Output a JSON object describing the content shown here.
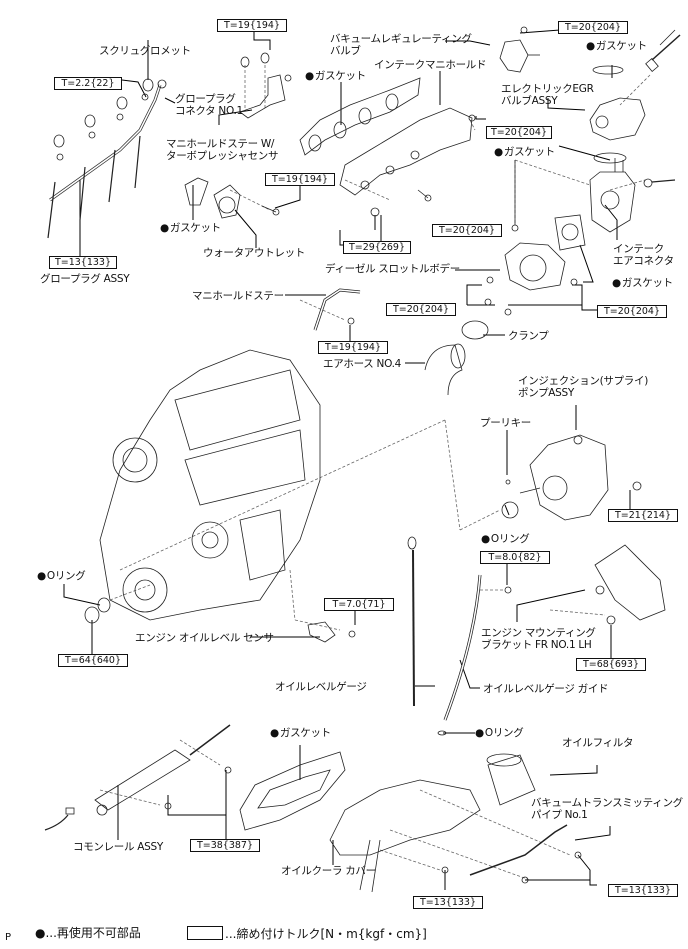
{
  "diagram": {
    "page_marker": "P",
    "parts": {
      "screw_grommet": "スクリュグロメット",
      "glow_plug_connector": "グロープラグ\nコネクタ NO.1",
      "manifold_stay_w_sensor": "マニホールドステー W/\nターボプレッシャセンサ",
      "gasket_manifold": "ガスケット",
      "vacuum_regulating_valve": "バキュームレギュレーティング\nバルブ",
      "intake_manifold": "インテークマニホールド",
      "gasket_egr": "ガスケット",
      "electric_egr_valve": "エレクトリックEGR\nバルブASSY",
      "gasket_connector": "ガスケット",
      "gasket_water_outlet": "ガスケット",
      "water_outlet": "ウォータアウトレット",
      "glow_plug_assy": "グロープラグ ASSY",
      "intake_air_connector": "インテーク\nエアコネクタ",
      "diesel_throttle_body": "ディーゼル スロットルボデー",
      "gasket_throttle": "ガスケット",
      "manifold_stay": "マニホールドステー",
      "clamp": "クランプ",
      "air_hose_no4": "エアホース NO.4",
      "injection_pump_assy": "インジェクション(サプライ)\nポンプASSY",
      "pulley_key": "プーリキー",
      "o_ring_pump": "Oリング",
      "o_ring_left": "Oリング",
      "engine_oil_level_sensor": "エンジン オイルレベル センサ",
      "oil_level_gauge": "オイルレベルゲージ",
      "engine_mounting_bracket": "エンジン マウンティング\nブラケット FR NO.1 LH",
      "oil_level_gauge_guide": "オイルレベルゲージ ガイド",
      "o_ring_guide": "Oリング",
      "gasket_oil_cooler": "ガスケット",
      "oil_filter": "オイルフィルタ",
      "vacuum_transmitting_pipe": "バキュームトランスミッティング\nパイプ No.1",
      "common_rail_assy": "コモンレール ASSY",
      "oil_cooler_cover": "オイルクーラ カバー"
    },
    "torques": {
      "manifold_stay_bolts": "T=19{194}",
      "glow_connector_nut": "T=2.2{22}",
      "vacuum_valve_bolt": "T=20{204}",
      "manifold_nut": "T=20{204}",
      "water_outlet_bolt": "T=19{194}",
      "glow_plug": "T=13{133}",
      "manifold_bolts": "T=29{269}",
      "connector_stud": "T=20{204}",
      "throttle_left": "T=20{204}",
      "throttle_right": "T=20{204}",
      "stay_bolt": "T=19{194}",
      "pump_nut": "T=21{214}",
      "guide_bolt": "T=8.0{82}",
      "sensor_bolt": "T=7.0{71}",
      "drain_plug": "T=64{640}",
      "bracket_bolt": "T=68{693}",
      "rail_bolts": "T=38{387}",
      "cooler_bolt": "T=13{133}",
      "pipe_nuts": "T=13{133}"
    },
    "legend": {
      "non_reusable": "...再使用不可部品",
      "torque": "...締め付けトルク[N・m{kgf・cm}]"
    }
  }
}
